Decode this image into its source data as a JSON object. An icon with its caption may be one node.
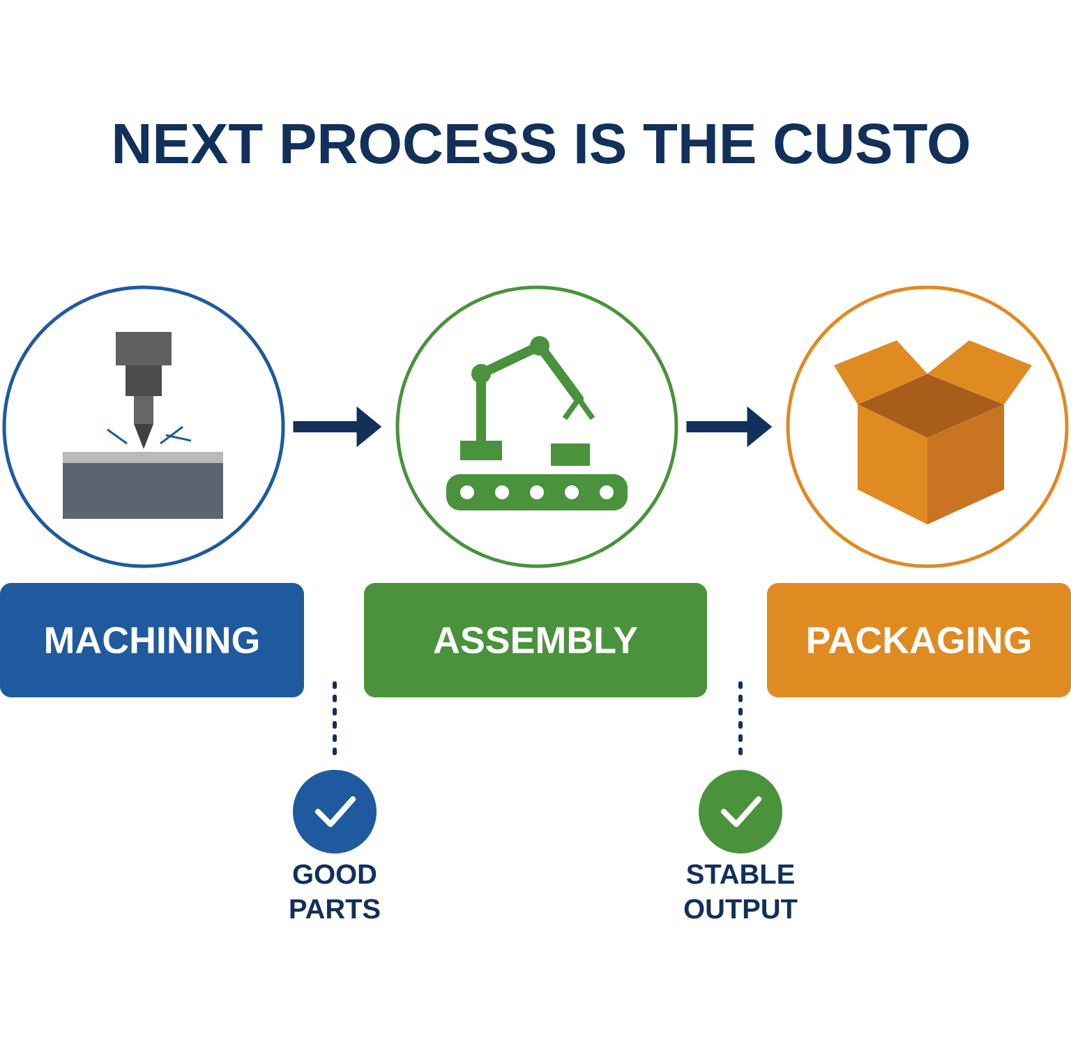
{
  "diagram": {
    "title": "NEXT PROCESS IS THE CUSTO",
    "nodes": [
      {
        "text": [],
        "shape": "circle"
      },
      {
        "text": [],
        "shape": "circle"
      },
      {
        "text": [],
        "shape": "circle"
      },
      {
        "text": [
          "MACHINING"
        ]
      },
      {
        "text": [
          "ASSEMBLY"
        ]
      },
      {
        "text": [
          "PACKAGING"
        ]
      },
      {
        "text": [
          "GOOD PARTS"
        ]
      },
      {
        "text": [
          "STABLE OUTPUT"
        ]
      }
    ],
    "edges": [
      {
        "from": 0,
        "to": 1,
        "arrow": "to",
        "style": "thick"
      },
      {
        "from": 1,
        "to": 2,
        "arrow": "to",
        "style": "thick"
      },
      {
        "from": null,
        "to": 6,
        "arrow": "none",
        "style": "dashed"
      },
      {
        "from": null,
        "to": 7,
        "arrow": "none",
        "style": "dashed"
      }
    ]
  }
}
